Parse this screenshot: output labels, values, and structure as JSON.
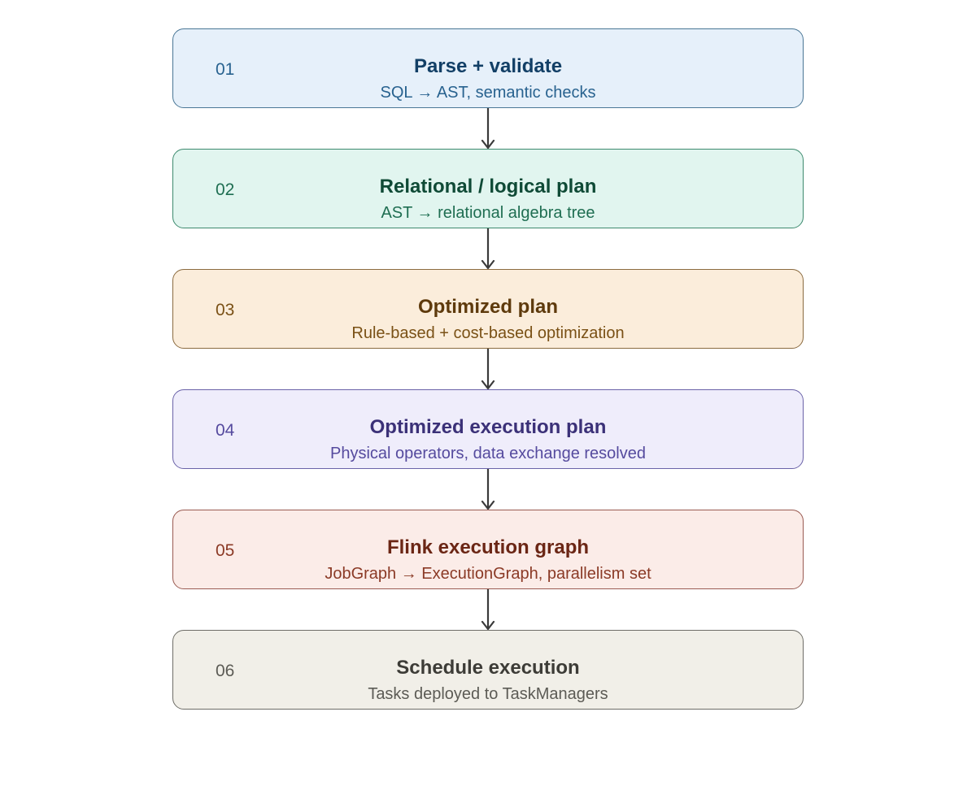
{
  "stages": [
    {
      "number": "01",
      "title": "Parse + validate",
      "subtitle": "SQL → AST, semantic checks"
    },
    {
      "number": "02",
      "title": "Relational / logical plan",
      "subtitle": "AST → relational algebra tree"
    },
    {
      "number": "03",
      "title": "Optimized plan",
      "subtitle": "Rule-based + cost-based optimization"
    },
    {
      "number": "04",
      "title": "Optimized execution plan",
      "subtitle": "Physical operators, data exchange resolved"
    },
    {
      "number": "05",
      "title": "Flink execution graph",
      "subtitle": "JobGraph → ExecutionGraph, parallelism set"
    },
    {
      "number": "06",
      "title": "Schedule execution",
      "subtitle": "Tasks deployed to TaskManagers"
    }
  ],
  "colors": {
    "arrow": "#3a3a3a",
    "stage_1_fill": "#e6f0fa",
    "stage_2_fill": "#e1f5ef",
    "stage_3_fill": "#fbeddb",
    "stage_4_fill": "#efedfb",
    "stage_5_fill": "#fbece8",
    "stage_6_fill": "#f1efe8"
  }
}
